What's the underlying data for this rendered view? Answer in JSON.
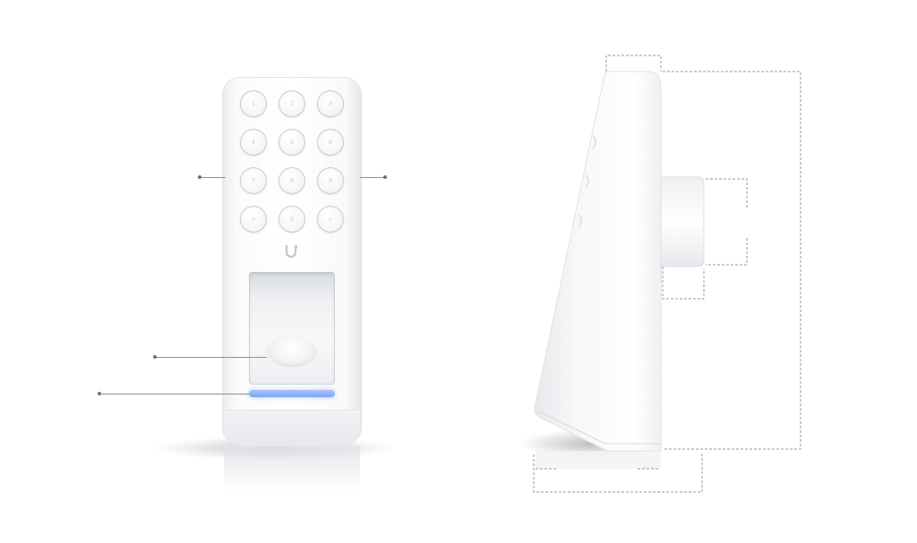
{
  "product": {
    "views": [
      "front",
      "side"
    ],
    "keypad": {
      "keys": [
        "1",
        "2",
        "3",
        "4",
        "5",
        "6",
        "7",
        "8",
        "9",
        "×",
        "0",
        "✓"
      ]
    },
    "icons": {
      "brand": "ubiquiti-u-logo-icon",
      "fingerprint": "fingerprint-sensor-icon",
      "status_light": "led-status-bar-icon"
    },
    "colors": {
      "body": "#ffffff",
      "led": "#7ea4f2",
      "leader_line": "#8f8f8f",
      "dimension_line": "#9a9a9a"
    }
  }
}
